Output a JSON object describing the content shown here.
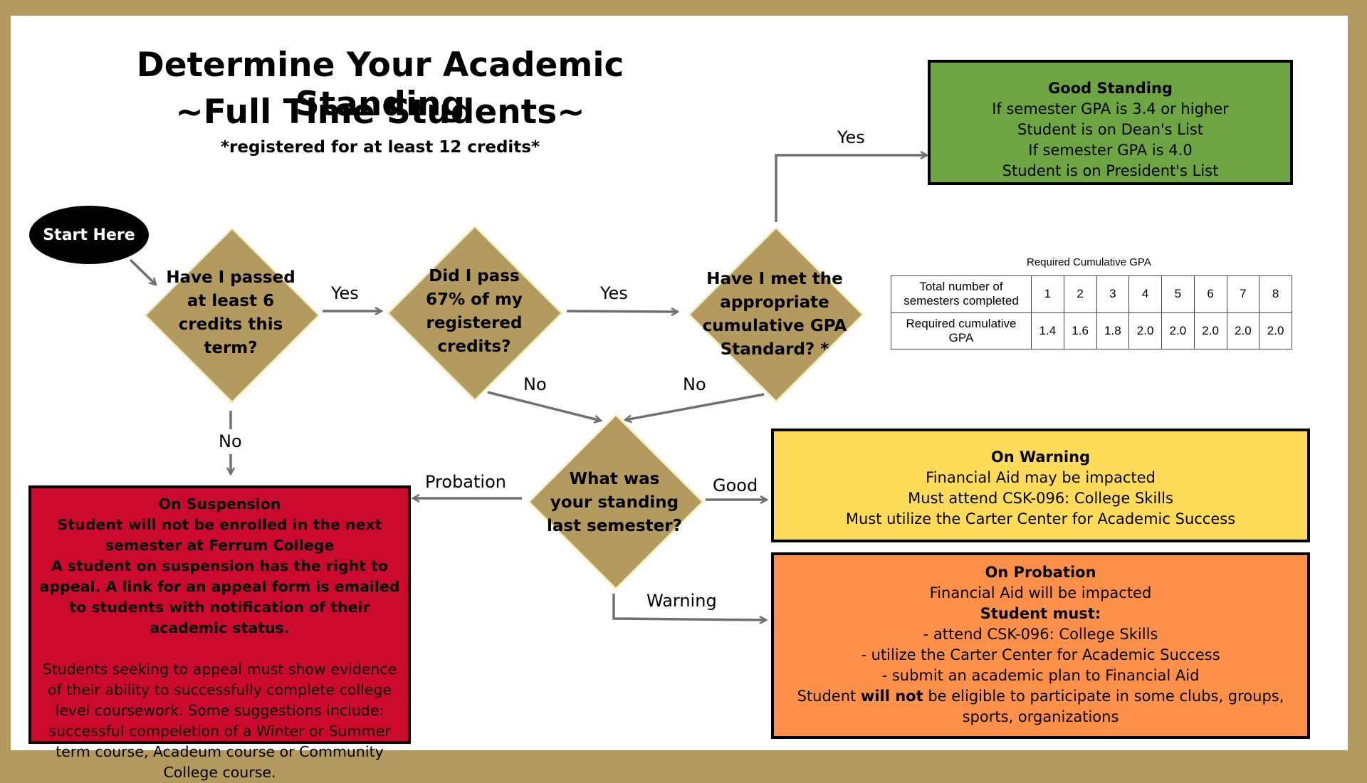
{
  "title": {
    "line1": "Determine Your Academic Standing",
    "line2": "~Full Time Students~",
    "line3": "*registered for at least 12 credits*"
  },
  "start": "Start Here",
  "diamonds": {
    "d1": "Have I passed at least 6 credits this term?",
    "d2": "Did I pass 67% of my registered credits?",
    "d3": "Have I met the appropriate cumulative GPA Standard? *",
    "d4": "What was your standing last semester?"
  },
  "labels": {
    "yes1": "Yes",
    "yes2": "Yes",
    "yes3": "Yes",
    "no1": "No",
    "no2": "No",
    "no3": "No",
    "probation": "Probation",
    "good": "Good",
    "warning": "Warning"
  },
  "good_standing": {
    "title": "Good Standing",
    "lines": [
      "If semester GPA is 3.4 or higher",
      "Student is on Dean's List",
      "If semester GPA is 4.0",
      "Student is on President's List"
    ]
  },
  "on_warning": {
    "title": "On Warning",
    "lines": [
      "Financial Aid may be impacted",
      "Must attend CSK-096:  College Skills",
      "Must utilize the Carter Center for Academic Success"
    ]
  },
  "on_probation": {
    "title": "On Probation",
    "line1": "Financial Aid will be impacted",
    "line2": "Student must:",
    "line3": "- attend CSK-096: College Skills",
    "line4": "- utilize the Carter Center for Academic Success",
    "line5": "- submit an academic plan to Financial Aid",
    "line6_pre": "Student ",
    "line6_bold": "will not",
    "line6_post": " be eligible to participate in some clubs, groups,  sports, organizations"
  },
  "on_suspension": {
    "title": "On Suspension",
    "bold_lines": [
      "Student will not be enrolled in the next semester at Ferrum College",
      "A student on suspension has the right to appeal.  A link for an appeal form is emailed to students with notification of their academic status."
    ],
    "body": "Students seeking to appeal must show evidence of their ability to successfully complete college level coursework.  Some suggestions include:  successful compeletion of a Winter or Summer term course, Acadeum course or Community College course."
  },
  "gpa_table": {
    "caption": "Required Cumulative GPA",
    "row1_header": "Total number of semesters completed",
    "row2_header": "Required cumulative GPA",
    "semesters": [
      "1",
      "2",
      "3",
      "4",
      "5",
      "6",
      "7",
      "8"
    ],
    "gpa": [
      "1.4",
      "1.6",
      "1.8",
      "2.0",
      "2.0",
      "2.0",
      "2.0",
      "2.0"
    ]
  },
  "colors": {
    "border_gold": "#b39a5e",
    "diamond_fill": "#b39a5e",
    "good_green": "#6ea543",
    "warning_yellow": "#fedc5a",
    "probation_orange": "#fe904a",
    "suspension_red": "#cc0a2e",
    "arrow_gray": "#707070"
  }
}
